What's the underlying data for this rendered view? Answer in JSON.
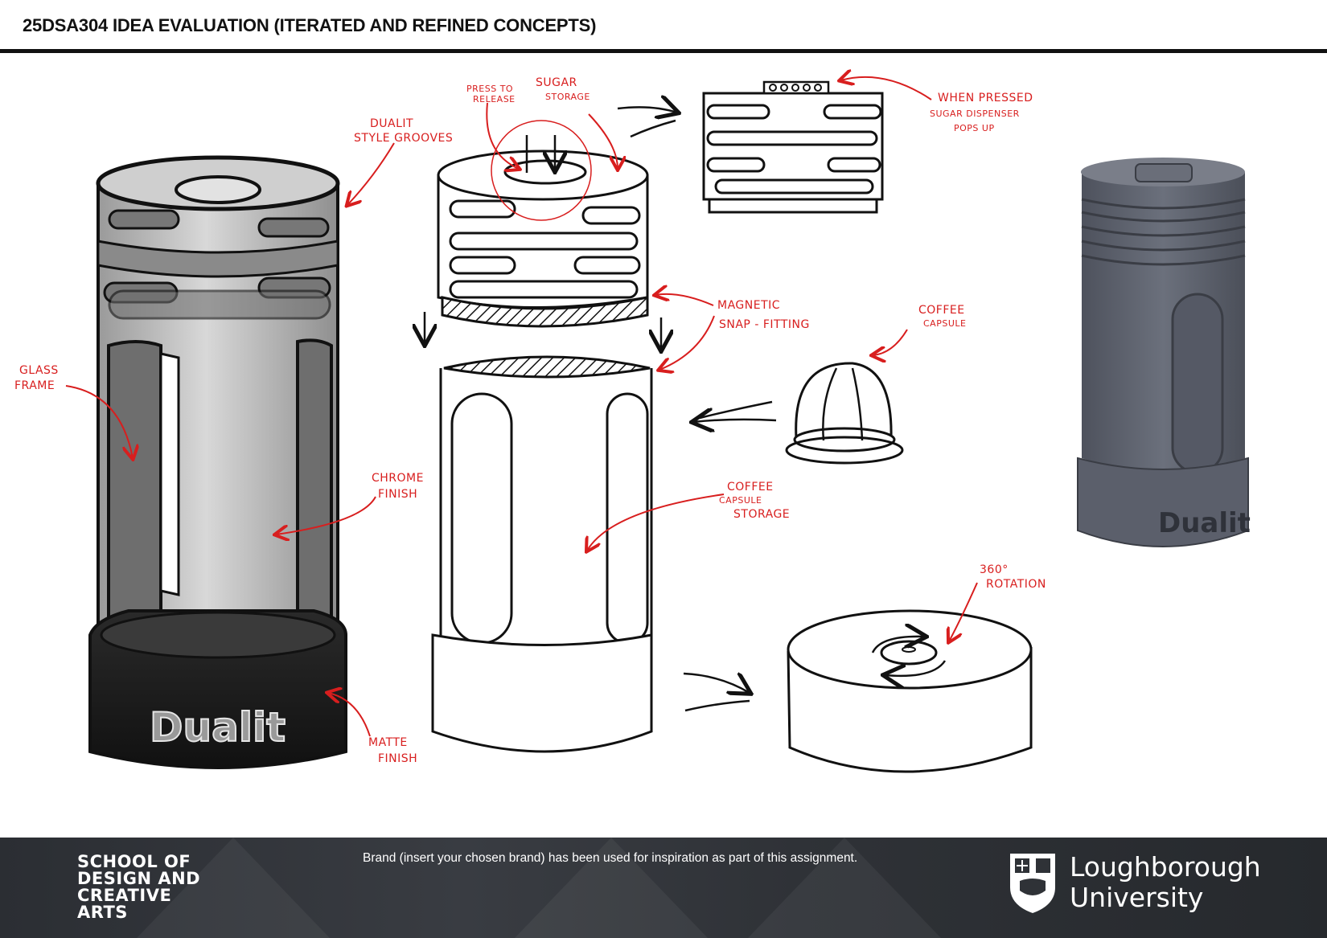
{
  "header": {
    "title": "25DSA304 IDEA EVALUATION (ITERATED AND REFINED CONCEPTS)"
  },
  "sketch": {
    "brand_mark": "Dualit",
    "annotations": {
      "dualit_grooves": [
        "DUALIT",
        "STYLE GROOVES"
      ],
      "press_to_release": [
        "PRESS TO",
        "RELEASE"
      ],
      "sugar_storage": [
        "SUGAR",
        "STORAGE"
      ],
      "when_pressed": [
        "WHEN PRESSED",
        "SUGAR DISPENSER",
        "POPS UP"
      ],
      "glass_frame": [
        "GLASS",
        "FRAME"
      ],
      "magnetic_snap": [
        "MAGNETIC",
        "SNAP - FITTING"
      ],
      "coffee_capsule": [
        "COFFEE",
        "CAPSULE"
      ],
      "chrome_finish": [
        "CHROME",
        "FINISH"
      ],
      "capsule_storage": [
        "COFFEE",
        "CAPSULE",
        "STORAGE"
      ],
      "rotation": [
        "360°",
        "ROTATION"
      ],
      "matte_finish": [
        "MATTE",
        "FINISH"
      ]
    }
  },
  "colors": {
    "annotation": "#d81e1e",
    "footer_bg": "#2f3237",
    "render_body": "#5b5f6b"
  },
  "footer": {
    "school_lines": [
      "SCHOOL OF",
      "DESIGN AND",
      "CREATIVE",
      "ARTS"
    ],
    "disclaimer": "Brand (insert your chosen brand) has been used for inspiration as part of this assignment.",
    "university_lines": [
      "Loughborough",
      "University"
    ],
    "crest_icon": "university-crest-icon"
  }
}
